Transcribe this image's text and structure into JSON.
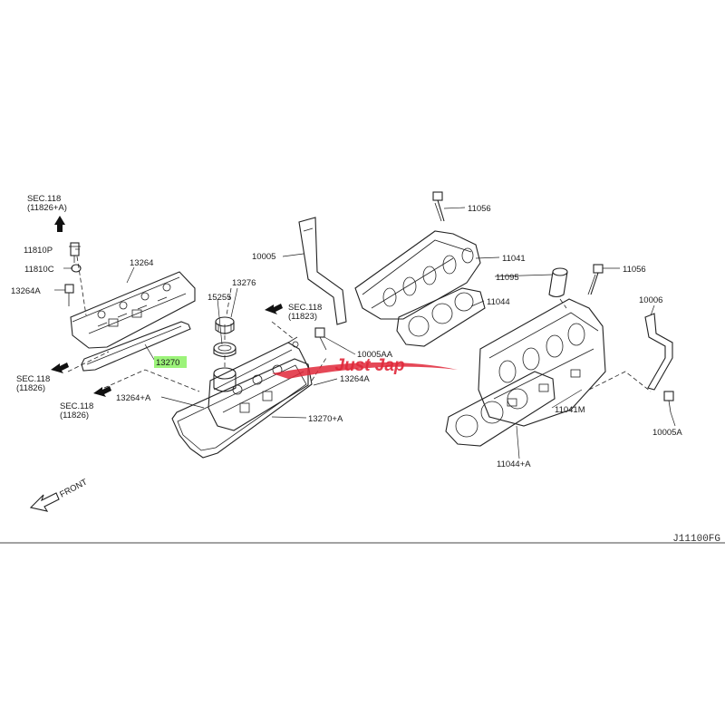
{
  "diagram": {
    "drawing_code": "J11100FG",
    "front_label": "FRONT",
    "watermark": "Just Jap",
    "highlight_color": "#9cf37a",
    "watermark_color": "#e0283a",
    "sections": {
      "sec_top": [
        "SEC.118",
        "(11826+A)"
      ],
      "sec_left_1": [
        "SEC.118",
        "(11826)"
      ],
      "sec_left_2": [
        "SEC.118",
        "(11826)"
      ],
      "sec_mid": [
        "SEC.118",
        "(11823)"
      ]
    },
    "parts": {
      "p11810P": "11810P",
      "p11810C": "11810C",
      "p13264A": "13264A",
      "p13264": "13264",
      "p13276": "13276",
      "p15255": "15255",
      "p13270": "13270",
      "p13264pA": "13264+A",
      "p13270pA": "13270+A",
      "p10005": "10005",
      "p10005AA": "10005AA",
      "p13264A_2": "13264A",
      "p11056_1": "11056",
      "p11041": "11041",
      "p11095": "11095",
      "p11044": "11044",
      "p11056_2": "11056",
      "p10006": "10006",
      "p11041M": "11041M",
      "p10005A": "10005A",
      "p11044pA": "11044+A"
    }
  }
}
